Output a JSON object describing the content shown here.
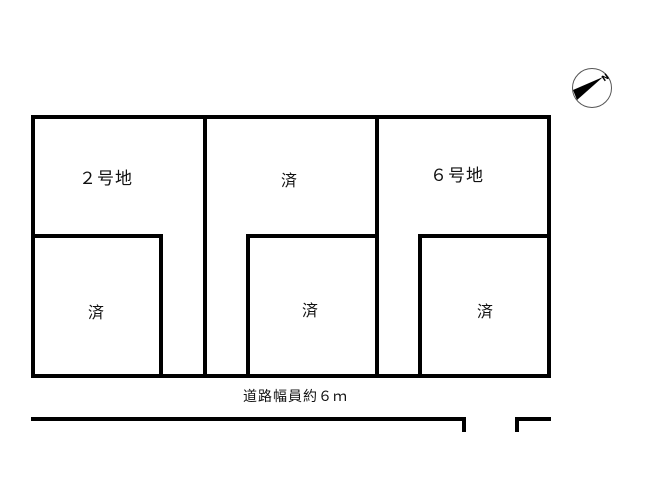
{
  "map": {
    "lots": [
      {
        "id": "lot-2",
        "label": "２号地",
        "status": "available"
      },
      {
        "id": "lot-top-middle",
        "label": "済",
        "status": "sold"
      },
      {
        "id": "lot-6",
        "label": "６号地",
        "status": "available"
      },
      {
        "id": "lot-bottom-left",
        "label": "済",
        "status": "sold"
      },
      {
        "id": "lot-bottom-middle",
        "label": "済",
        "status": "sold"
      },
      {
        "id": "lot-bottom-right",
        "label": "済",
        "status": "sold"
      }
    ],
    "road": {
      "label": "道路幅員約６ｍ"
    },
    "compass": {
      "icon": "north-arrow-icon",
      "label": "N"
    },
    "colors": {
      "line": "#000000",
      "background": "#ffffff"
    }
  }
}
